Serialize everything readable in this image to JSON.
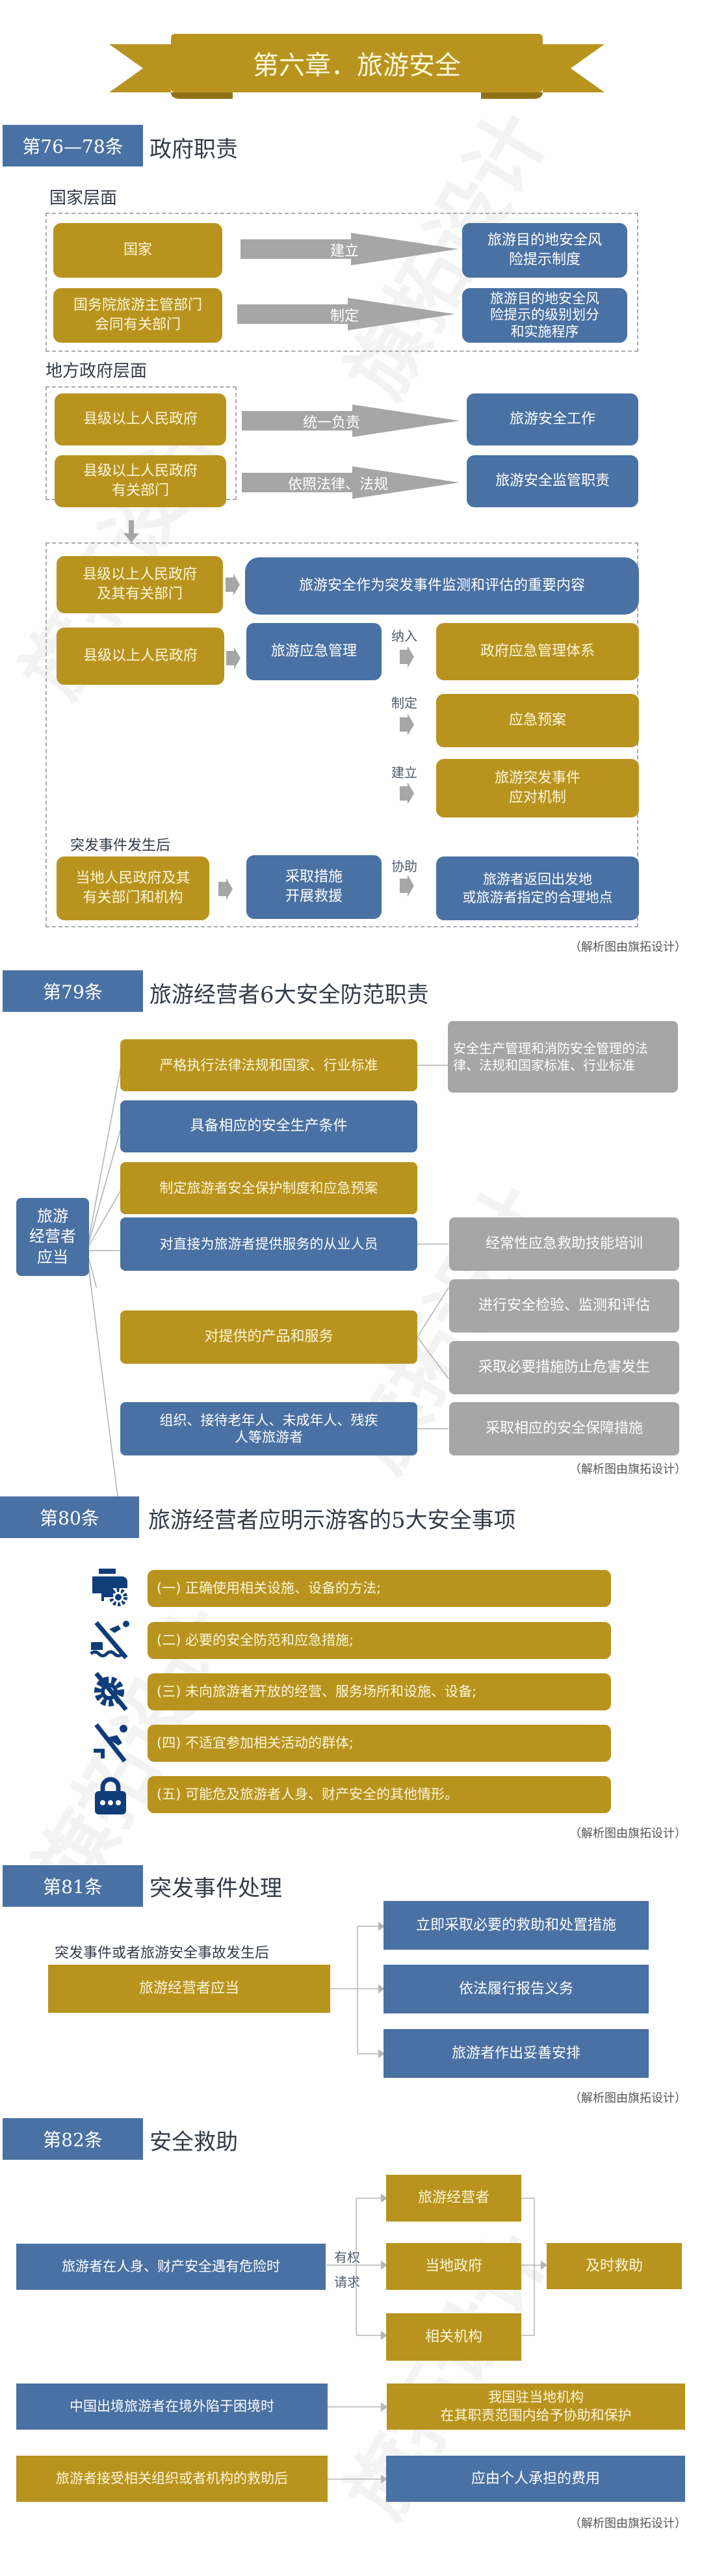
{
  "banner": {
    "title": "第六章．旅游安全"
  },
  "credit": "（解析图由旗拓设计）",
  "watermark": "旗拓设计",
  "colors": {
    "gold": "#b8941f",
    "blue": "#4a71a3",
    "gray": "#a6a6a6",
    "icon_navy": "#0f3d7a"
  },
  "sec1": {
    "badge": "第76—78条",
    "title": "政府职责",
    "national": {
      "heading": "国家层面",
      "rows": [
        {
          "from": "国家",
          "verb": "建立",
          "to": "旅游目的地安全风\n险提示制度"
        },
        {
          "from": "国务院旅游主管部门\n会同有关部门",
          "verb": "制定",
          "to": "旅游目的地安全风\n险提示的级别划分\n和实施程序"
        }
      ]
    },
    "local": {
      "heading": "地方政府层面",
      "rows": [
        {
          "from": "县级以上人民政府",
          "verb": "统一负责",
          "to": "旅游安全工作"
        },
        {
          "from": "县级以上人民政府\n有关部门",
          "verb": "依照法律、法规",
          "to": "旅游安全监管职责"
        }
      ]
    },
    "detail": {
      "row1": {
        "from": "县级以上人民政府\n及其有关部门",
        "to": "旅游安全作为突发事件监测和评估的重要内容"
      },
      "row2": {
        "from": "县级以上人民政府",
        "mid": "旅游应急管理",
        "branches": [
          {
            "verb": "纳入",
            "to": "政府应急管理体系"
          },
          {
            "verb": "制定",
            "to": "应急预案"
          },
          {
            "verb": "建立",
            "to": "旅游突发事件\n应对机制"
          }
        ]
      },
      "row3": {
        "caption": "突发事件发生后",
        "from": "当地人民政府及其\n有关部门和机构",
        "mid": "采取措施\n开展救援",
        "verb": "协助",
        "to": "旅游者返回出发地\n或旅游者指定的合理地点"
      }
    }
  },
  "sec2": {
    "badge": "第79条",
    "title": "旅游经营者6大安全防范职责",
    "root": "旅游\n经营者\n应当",
    "items": [
      {
        "text": "严格执行法律法规和国家、行业标准",
        "color": "gold"
      },
      {
        "text": "具备相应的安全生产条件",
        "color": "blue"
      },
      {
        "text": "制定旅游者安全保护制度和应急预案",
        "color": "gold"
      },
      {
        "text": "对直接为旅游者提供服务的从业人员",
        "color": "blue"
      },
      {
        "text": "对提供的产品和服务",
        "color": "gold"
      },
      {
        "text": "组织、接待老年人、未成年人、残疾\n人等旅游者",
        "color": "blue"
      }
    ],
    "details": [
      "安全生产管理和消防安全管理的法律、法规和国家标准、行业标准",
      "经常性应急救助技能培训",
      "进行安全检验、监测和评估",
      "采取必要措施防止危害发生",
      "采取相应的安全保障措施"
    ]
  },
  "sec3": {
    "badge": "第80条",
    "title": "旅游经营者应明示游客的5大安全事项",
    "items": [
      {
        "icon": "equipment-gear-icon",
        "text": "(一) 正确使用相关设施、设备的方法;"
      },
      {
        "icon": "no-diving-icon",
        "text": "(二) 必要的安全防范和应急措施;"
      },
      {
        "icon": "no-gear-icon",
        "text": "(三) 未向旅游者开放的经营、服务场所和设施、设备;"
      },
      {
        "icon": "no-running-icon",
        "text": "(四) 不适宜参加相关活动的群体;"
      },
      {
        "icon": "padlock-icon",
        "text": "(五) 可能危及旅游者人身、财产安全的其他情形。"
      }
    ]
  },
  "sec4": {
    "badge": "第81条",
    "title": "突发事件处理",
    "caption": "突发事件或者旅游安全事故发生后",
    "source": "旅游经营者应当",
    "targets": [
      "立即采取必要的救助和处置措施",
      "依法履行报告义务",
      "旅游者作出妥善安排"
    ]
  },
  "sec5": {
    "badge": "第82条",
    "title": "安全救助",
    "row1": {
      "from": "旅游者在人身、财产安全遇有危险时",
      "verb": "有权\n请求",
      "mids": [
        "旅游经营者",
        "当地政府",
        "相关机构"
      ],
      "to": "及时救助"
    },
    "row2": {
      "from": "中国出境旅游者在境外陷于困境时",
      "to": "我国驻当地机构\n在其职责范围内给予协助和保护"
    },
    "row3": {
      "from": "旅游者接受相关组织或者机构的救助后",
      "to": "应由个人承担的费用"
    }
  }
}
